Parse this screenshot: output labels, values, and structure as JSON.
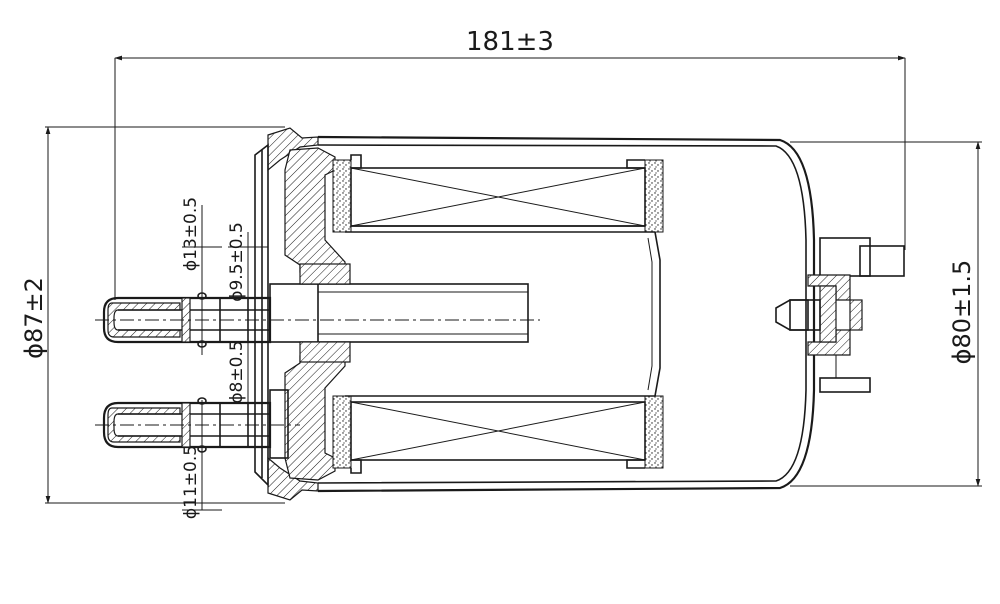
{
  "dimensions": {
    "overall_length": "181±3",
    "housing_diameter": "ϕ80±1.5",
    "flange_diameter": "ϕ87±2",
    "inlet_dia_13": "ϕ13±0.5",
    "pipe_dia_9_5": "ϕ9.5±0.5",
    "pipe_dia_8": "ϕ8±0.5",
    "outlet_dia_11": "ϕ11±0.5"
  },
  "colors": {
    "line": "#1a1a1a",
    "background": "#ffffff"
  }
}
